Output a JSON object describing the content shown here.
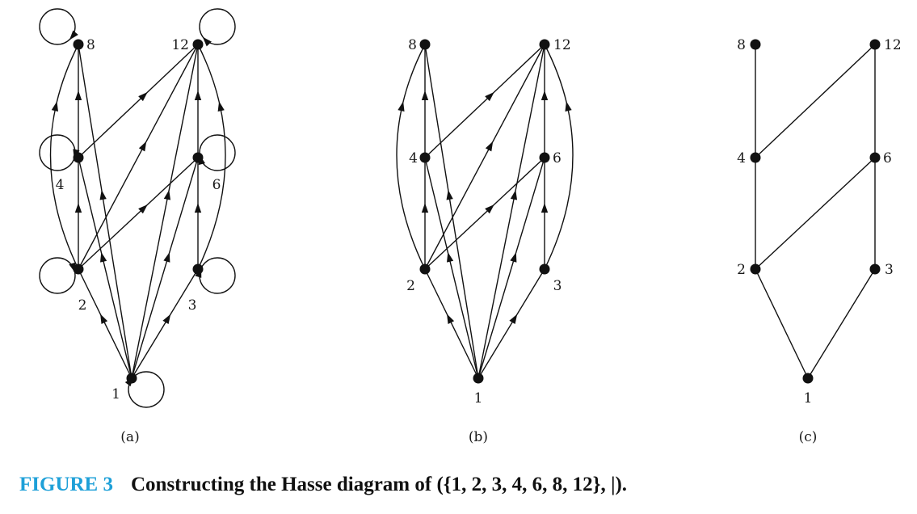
{
  "figure": {
    "panels": [
      {
        "id": "a",
        "label": "(a)",
        "nodes": [
          "1",
          "2",
          "3",
          "4",
          "6",
          "8",
          "12"
        ],
        "self_loops": [
          "1",
          "2",
          "3",
          "4",
          "6",
          "8",
          "12"
        ],
        "edges": [
          [
            "1",
            "2"
          ],
          [
            "1",
            "3"
          ],
          [
            "1",
            "4"
          ],
          [
            "1",
            "6"
          ],
          [
            "1",
            "8"
          ],
          [
            "1",
            "12"
          ],
          [
            "2",
            "4"
          ],
          [
            "2",
            "6"
          ],
          [
            "2",
            "8"
          ],
          [
            "2",
            "12"
          ],
          [
            "3",
            "6"
          ],
          [
            "3",
            "12"
          ],
          [
            "4",
            "8"
          ],
          [
            "4",
            "12"
          ],
          [
            "6",
            "12"
          ]
        ]
      },
      {
        "id": "b",
        "label": "(b)",
        "nodes": [
          "1",
          "2",
          "3",
          "4",
          "6",
          "8",
          "12"
        ],
        "self_loops": [],
        "edges": [
          [
            "1",
            "2"
          ],
          [
            "1",
            "3"
          ],
          [
            "1",
            "4"
          ],
          [
            "1",
            "6"
          ],
          [
            "1",
            "8"
          ],
          [
            "1",
            "12"
          ],
          [
            "2",
            "4"
          ],
          [
            "2",
            "6"
          ],
          [
            "2",
            "8"
          ],
          [
            "2",
            "12"
          ],
          [
            "3",
            "6"
          ],
          [
            "3",
            "12"
          ],
          [
            "4",
            "8"
          ],
          [
            "4",
            "12"
          ],
          [
            "6",
            "12"
          ]
        ]
      },
      {
        "id": "c",
        "label": "(c)",
        "nodes": [
          "1",
          "2",
          "3",
          "4",
          "6",
          "8",
          "12"
        ],
        "self_loops": [],
        "edges": [
          [
            "1",
            "2"
          ],
          [
            "1",
            "3"
          ],
          [
            "2",
            "4"
          ],
          [
            "2",
            "6"
          ],
          [
            "3",
            "6"
          ],
          [
            "4",
            "8"
          ],
          [
            "4",
            "12"
          ],
          [
            "6",
            "12"
          ]
        ]
      }
    ]
  },
  "caption": {
    "number": "FIGURE 3",
    "text": "Constructing the Hasse diagram of ({1, 2, 3, 4, 6, 8, 12}, |)."
  }
}
